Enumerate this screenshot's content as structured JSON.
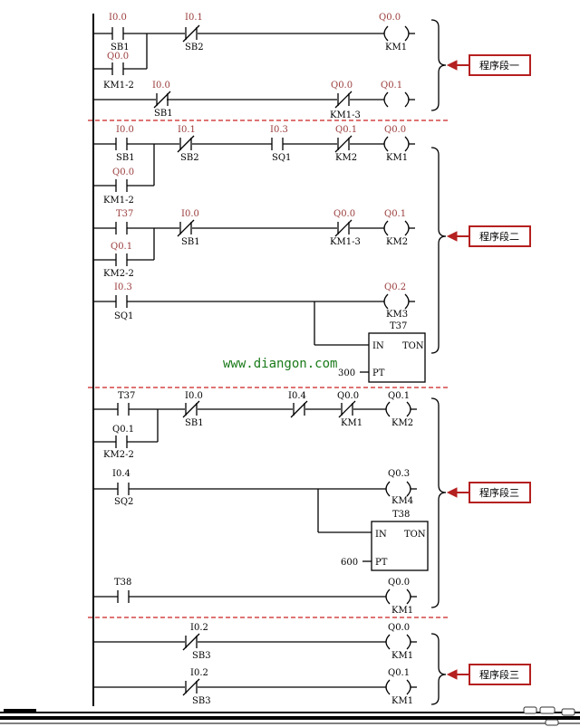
{
  "segments": [
    {
      "tag": "程序段一"
    },
    {
      "tag": "程序段二"
    },
    {
      "tag": "程序段三"
    },
    {
      "tag": "程序段三"
    }
  ],
  "watermark": "www.diangon.com",
  "timers": [
    {
      "name": "T37",
      "in": "IN",
      "type": "TON",
      "pt": "PT",
      "preset": "300"
    },
    {
      "name": "T38",
      "in": "IN",
      "type": "TON",
      "pt": "PT",
      "preset": "600"
    }
  ],
  "elements": {
    "s1_i00_addr": "I0.0",
    "s1_i00_lbl": "SB1",
    "s1_i01_addr": "I0.1",
    "s1_i01_lbl": "SB2",
    "s1_q00_addr": "Q0.0",
    "s1_q00_lbl": "KM1",
    "s1_q00c_addr": "Q0.0",
    "s1_q00c_lbl": "KM1-2",
    "s1_r2_i00_addr": "I0.0",
    "s1_r2_i00_lbl": "SB1",
    "s1_r2_q00_addr": "Q0.0",
    "s1_r2_q00_lbl": "KM1-3",
    "s1_r2_q01_addr": "Q0.1",
    "s2_i00_addr": "I0.0",
    "s2_i00_lbl": "SB1",
    "s2_i01_addr": "I0.1",
    "s2_i01_lbl": "SB2",
    "s2_i03_addr": "I0.3",
    "s2_i03_lbl": "SQ1",
    "s2_q01n_addr": "Q0.1",
    "s2_q01n_lbl": "KM2",
    "s2_q00_addr": "Q0.0",
    "s2_q00_lbl": "KM1",
    "s2_q00c_addr": "Q0.0",
    "s2_q00c_lbl": "KM1-2",
    "s2_r2_t37_addr": "T37",
    "s2_r2_i00_addr": "I0.0",
    "s2_r2_i00_lbl": "SB1",
    "s2_r2_q00_addr": "Q0.0",
    "s2_r2_q00_lbl": "KM1-3",
    "s2_r2_q01_addr": "Q0.1",
    "s2_r2_q01_lbl": "KM2",
    "s2_r2_q01c_addr": "Q0.1",
    "s2_r2_q01c_lbl": "KM2-2",
    "s2_r3_i03_addr": "I0.3",
    "s2_r3_i03_lbl": "SQ1",
    "s2_r3_q02_addr": "Q0.2",
    "s2_r3_q02_lbl": "KM3",
    "s3_t37_addr": "T37",
    "s3_i00_addr": "I0.0",
    "s3_i00_lbl": "SB1",
    "s3_i04_addr": "I0.4",
    "s3_q00_addr": "Q0.0",
    "s3_q00_lbl": "KM1",
    "s3_q01_addr": "Q0.1",
    "s3_q01_lbl": "KM2",
    "s3_q01c_addr": "Q0.1",
    "s3_q01c_lbl": "KM2-2",
    "s3_r2_i04_addr": "I0.4",
    "s3_r2_i04_lbl": "SQ2",
    "s3_r2_q03_addr": "Q0.3",
    "s3_r2_q03_lbl": "KM4",
    "s3_r3_t38_addr": "T38",
    "s3_r3_q00_addr": "Q0.0",
    "s3_r3_q00_lbl": "KM1",
    "s4_r1_i02_addr": "I0.2",
    "s4_r1_i02_lbl": "SB3",
    "s4_r1_q00_addr": "Q0.0",
    "s4_r1_q00_lbl": "KM1",
    "s4_r2_i02_addr": "I0.2",
    "s4_r2_i02_lbl": "SB3",
    "s4_r2_q01_addr": "Q0.1",
    "s4_r2_q01_lbl": "KM1"
  }
}
